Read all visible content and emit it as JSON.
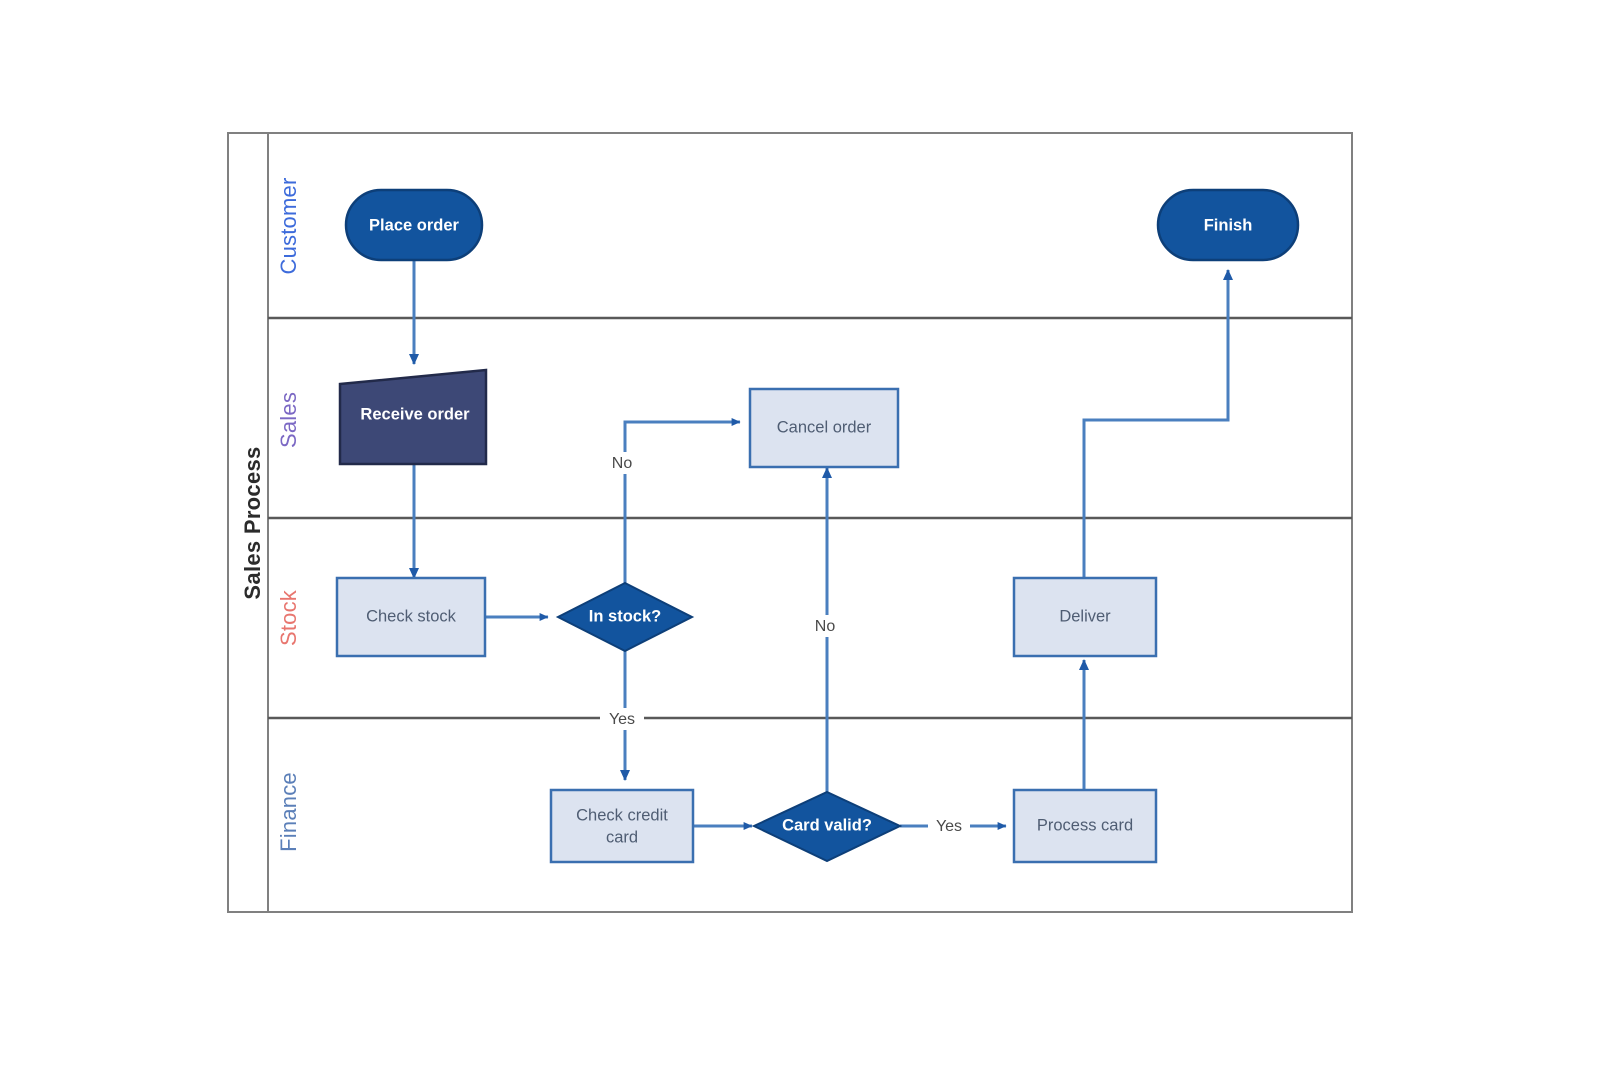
{
  "pool": {
    "title": "Sales Process",
    "title_color": "#2b2b2b",
    "border_color": "#808080"
  },
  "lanes": [
    {
      "label": "Customer",
      "color": "#3d6bdb"
    },
    {
      "label": "Sales",
      "color": "#7b68c4"
    },
    {
      "label": "Stock",
      "color": "#e8766f"
    },
    {
      "label": "Finance",
      "color": "#5b7fb8"
    }
  ],
  "palette": {
    "dark_blue_fill": "#12549e",
    "dark_blue_stroke": "#0d3f79",
    "slate_fill": "#3d4876",
    "slate_stroke": "#222a4a",
    "light_fill": "#dce3f0",
    "light_stroke": "#3a6fb0",
    "connector": "#4a7fbf",
    "connector_dark": "#1f5aa8",
    "white_text": "#ffffff",
    "gray_text": "#4f5d73",
    "edge_label_text": "#4a4a4a"
  },
  "nodes": [
    {
      "id": "place-order",
      "label": "Place order",
      "shape": "stadium",
      "lane": "Customer",
      "style": "dark"
    },
    {
      "id": "finish",
      "label": "Finish",
      "shape": "stadium",
      "lane": "Customer",
      "style": "dark"
    },
    {
      "id": "receive-order",
      "label": "Receive order",
      "shape": "trapezoid",
      "lane": "Sales",
      "style": "slate"
    },
    {
      "id": "cancel-order",
      "label": "Cancel order",
      "shape": "rectangle",
      "lane": "Sales",
      "style": "light"
    },
    {
      "id": "check-stock",
      "label": "Check stock",
      "shape": "rectangle",
      "lane": "Stock",
      "style": "light"
    },
    {
      "id": "in-stock",
      "label": "In stock?",
      "shape": "diamond",
      "lane": "Stock",
      "style": "dark"
    },
    {
      "id": "deliver",
      "label": "Deliver",
      "shape": "rectangle",
      "lane": "Stock",
      "style": "light"
    },
    {
      "id": "check-credit",
      "label": "Check credit",
      "label2": "card",
      "shape": "rectangle",
      "lane": "Finance",
      "style": "light"
    },
    {
      "id": "card-valid",
      "label": "Card valid?",
      "shape": "diamond",
      "lane": "Finance",
      "style": "dark"
    },
    {
      "id": "process-card",
      "label": "Process card",
      "shape": "rectangle",
      "lane": "Finance",
      "style": "light"
    }
  ],
  "edges": [
    {
      "id": "e1",
      "from": "place-order",
      "to": "receive-order",
      "label": ""
    },
    {
      "id": "e2",
      "from": "receive-order",
      "to": "check-stock",
      "label": ""
    },
    {
      "id": "e3",
      "from": "check-stock",
      "to": "in-stock",
      "label": ""
    },
    {
      "id": "e4",
      "from": "in-stock",
      "to": "cancel-order",
      "label": "No"
    },
    {
      "id": "e5",
      "from": "in-stock",
      "to": "check-credit",
      "label": "Yes"
    },
    {
      "id": "e6",
      "from": "check-credit",
      "to": "card-valid",
      "label": ""
    },
    {
      "id": "e7",
      "from": "card-valid",
      "to": "cancel-order",
      "label": "No"
    },
    {
      "id": "e8",
      "from": "card-valid",
      "to": "process-card",
      "label": "Yes"
    },
    {
      "id": "e9",
      "from": "process-card",
      "to": "deliver",
      "label": ""
    },
    {
      "id": "e10",
      "from": "deliver",
      "to": "finish",
      "label": ""
    }
  ],
  "edge_labels": {
    "no_in_stock": "No",
    "yes_in_stock": "Yes",
    "no_card_valid": "No",
    "yes_card_valid": "Yes"
  }
}
